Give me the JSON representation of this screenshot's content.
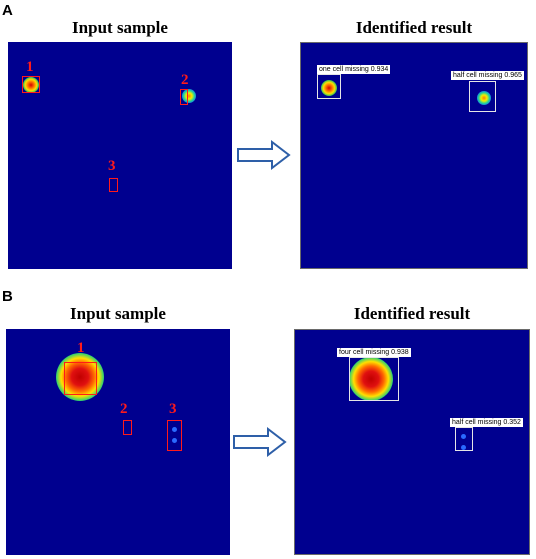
{
  "panel_a": {
    "letter": "A",
    "left_title": "Input sample",
    "right_title": "Identified result",
    "regions": [
      "1",
      "2",
      "3"
    ],
    "detections": [
      {
        "label": "one cell missing 0.934"
      },
      {
        "label": "half cell missing 0.965"
      }
    ]
  },
  "panel_b": {
    "letter": "B",
    "left_title": "Input sample",
    "right_title": "Identified result",
    "regions": [
      "1",
      "2",
      "3"
    ],
    "detections": [
      {
        "label": "four cell missing 0.938"
      },
      {
        "label": "half cell missing 0.352"
      }
    ]
  },
  "colors": {
    "background_field": "#00008f",
    "region_box": "#ff1a1a",
    "arrow": "#2e5fa8",
    "detection_box": "#e6e6e6"
  }
}
